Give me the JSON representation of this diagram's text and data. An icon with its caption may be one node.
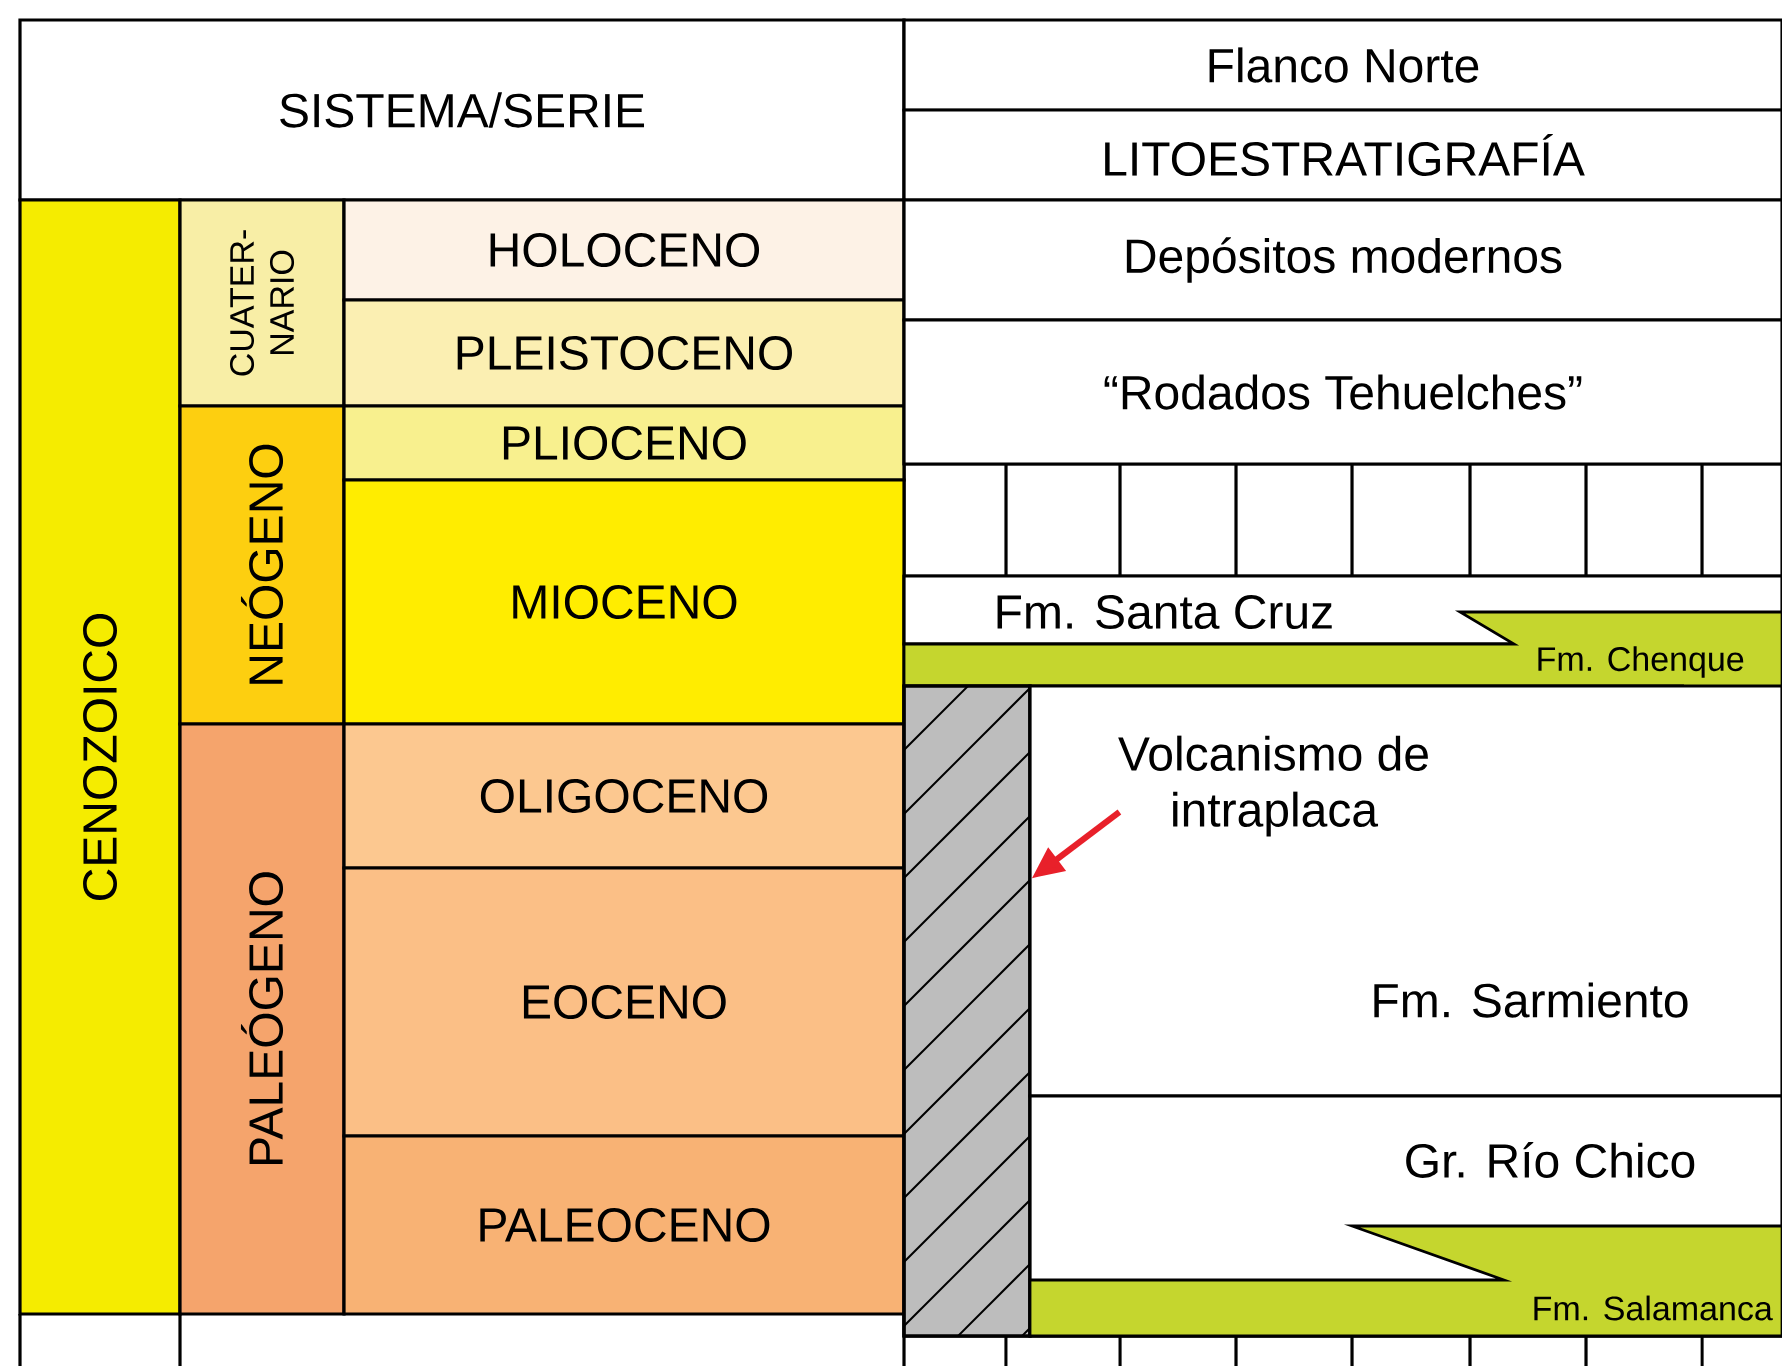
{
  "diagram": {
    "nodes": [
      {
        "text": [
          "SISTEMA/SERIE"
        ]
      },
      {
        "text": [
          "Flanco Norte"
        ]
      },
      {
        "text": [
          "LITOESTRATIGRAFÍA"
        ]
      },
      {
        "text": [
          "CENOZOICO"
        ]
      },
      {
        "text": [
          "CUATER- NARIO"
        ]
      },
      {
        "text": [
          "HOLOCENO"
        ]
      },
      {
        "text": [
          "PLEISTOCENO"
        ]
      },
      {
        "text": [
          "NEÓGENO"
        ]
      },
      {
        "text": [
          "PLIOCENO"
        ]
      },
      {
        "text": [
          "MIOCENO"
        ]
      },
      {
        "text": [
          "PALEÓGENO"
        ]
      },
      {
        "text": [
          "OLIGOCENO"
        ]
      },
      {
        "text": [
          "EOCENO"
        ]
      },
      {
        "text": [
          "PALEOCENO"
        ]
      },
      {
        "text": [
          "Depósitos modernos"
        ]
      },
      {
        "text": [
          "“Rodados Tehuelches”"
        ]
      },
      {
        "text": [
          "Fm. Santa Cruz"
        ]
      },
      {
        "text": [
          "Fm. Chenque"
        ]
      },
      {
        "text": [],
        "shape": "bar"
      },
      {
        "text": [
          "Fm. Sarmiento"
        ]
      },
      {
        "text": [
          "Volcanismo de intraplaca"
        ],
        "in": 19
      },
      {
        "text": [
          "Gr. Río Chico"
        ]
      },
      {
        "text": [
          "Fm. Salamanca"
        ],
        "in": 21
      }
    ],
    "edges": [
      {
        "from": 20,
        "to": 18,
        "arrow": "to",
        "color": "#e8202a"
      }
    ]
  }
}
